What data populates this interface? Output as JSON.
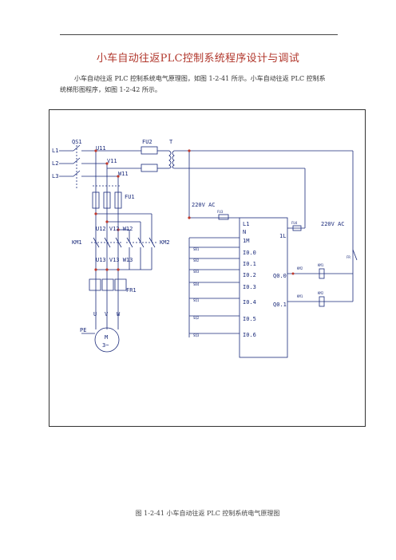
{
  "document": {
    "title": "小车自动往返PLC控制系统程序设计与调试",
    "paragraph_line1": "小车自动往返 PLC 控制系统电气原理图，如图 1-2-41 所示。小车自动往返 PLC 控制系",
    "paragraph_line2": "统梯形图程序，如图 1-2-42 所示。"
  },
  "figure": {
    "caption": "图 1-2-41  小车自动往返 PLC 控制系统电气原理图",
    "labels": {
      "L1": "L1",
      "L2": "L2",
      "L3": "L3",
      "QS1": "QS1",
      "U11": "U11",
      "V11": "V11",
      "W11": "W11",
      "FU2": "FU2",
      "T": "T",
      "FU1": "FU1",
      "U12V12W12": "U12 V12 W12",
      "U13V13W13": "U13 V13 W13",
      "KM1": "KM1",
      "KM2": "KM2",
      "FR1": "FR1",
      "U": "U",
      "V": "V",
      "W": "W",
      "PE": "PE",
      "M": "M",
      "M3": "3~",
      "ac_left": "220V AC",
      "ac_right": "220V AC",
      "plc_L1": "L1",
      "plc_N": "N",
      "plc_1M": "1M",
      "plc_1L": "1L",
      "inputs": [
        "I0.0",
        "I0.1",
        "I0.2",
        "I0.3",
        "I0.4",
        "I0.5",
        "I0.6"
      ],
      "outputs": [
        "Q0.0",
        "Q0.1"
      ],
      "in_devices": [
        "SB1",
        "SB2",
        "SB3",
        "SB4",
        "SQ1",
        "SQ2",
        "SQ3"
      ],
      "out_contacts": [
        "KM2",
        "KM1"
      ],
      "out_coils": [
        "KM1",
        "KM2"
      ],
      "fuse_small1": "FU3",
      "fuse_small2": "FU4",
      "fr_contact": "FR"
    }
  }
}
